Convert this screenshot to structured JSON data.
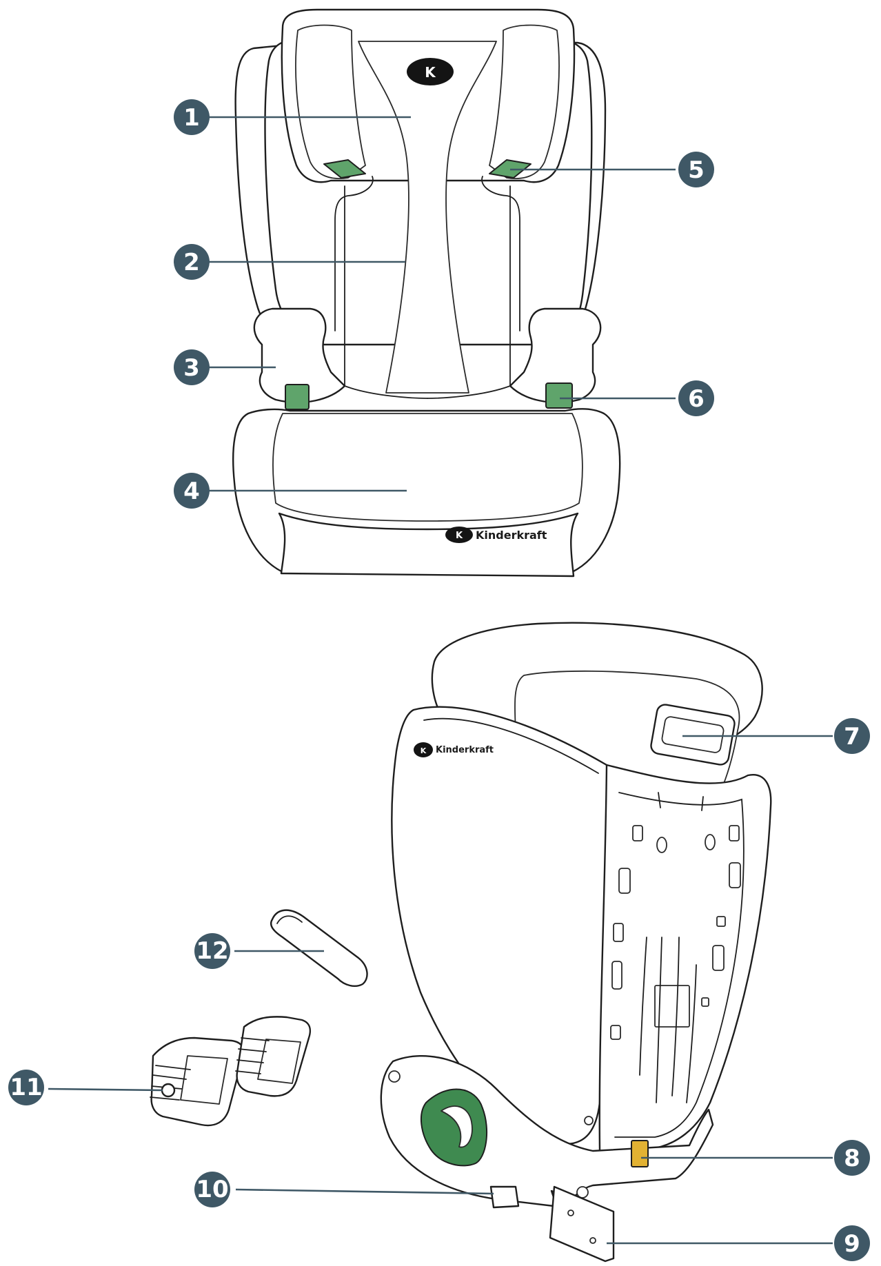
{
  "colors": {
    "callout": "#3f5866",
    "accent_green": "#5fa46b",
    "accent_dark_green": "#3f8a50",
    "accent_yellow": "#e2b233",
    "outline": "#1e1e1e"
  },
  "brand": {
    "logo_mark": "K",
    "name": "Kinderkraft"
  },
  "callouts": [
    {
      "number": "1"
    },
    {
      "number": "2"
    },
    {
      "number": "3"
    },
    {
      "number": "4"
    },
    {
      "number": "5"
    },
    {
      "number": "6"
    },
    {
      "number": "7"
    },
    {
      "number": "8"
    },
    {
      "number": "9"
    },
    {
      "number": "10"
    },
    {
      "number": "11"
    },
    {
      "number": "12"
    }
  ]
}
